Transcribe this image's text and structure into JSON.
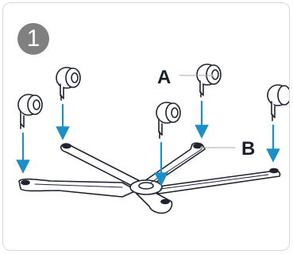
{
  "step": {
    "number": "1"
  },
  "callouts": {
    "a": "A",
    "b": "B"
  },
  "colors": {
    "arrow": "#1c8fc7",
    "outline": "#1f2430",
    "leader_line": "#a8a8a8",
    "badge": "#808080",
    "border": "#d9d9d9"
  },
  "parts": {
    "casters": [
      "caster-wheel-icon",
      "caster-wheel-icon",
      "caster-wheel-icon",
      "caster-wheel-icon",
      "caster-wheel-icon"
    ],
    "base": "chair-base-icon"
  }
}
